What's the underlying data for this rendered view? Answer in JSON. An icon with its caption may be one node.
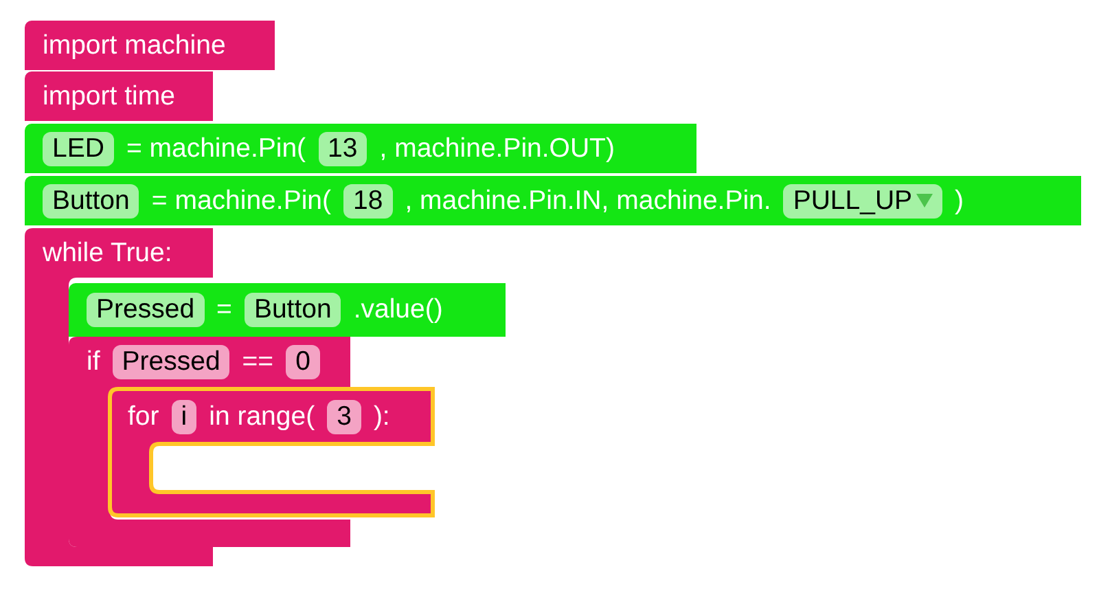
{
  "diagram": {
    "nodes": [
      {
        "text": [
          "import machine"
        ]
      },
      {
        "text": [
          "import time"
        ]
      },
      {
        "text": [
          "= machine.Pin(",
          ", machine.Pin.OUT)"
        ]
      },
      {
        "text": [
          "LED"
        ],
        "in": 2
      },
      {
        "text": [
          "13"
        ],
        "in": 2
      },
      {
        "text": [
          "= machine.Pin(",
          ", machine.Pin.IN, machine.Pin.",
          ")"
        ]
      },
      {
        "text": [
          "Button"
        ],
        "in": 5
      },
      {
        "text": [
          "18"
        ],
        "in": 5
      },
      {
        "text": [
          "PULL_UP"
        ],
        "in": 5
      },
      {
        "text": [
          "while True:"
        ]
      },
      {
        "text": [
          "=",
          ".value()"
        ]
      },
      {
        "text": [
          "Pressed"
        ],
        "in": 10
      },
      {
        "text": [
          "Button"
        ],
        "in": 10
      },
      {
        "text": [
          "if",
          "=="
        ]
      },
      {
        "text": [
          "Pressed"
        ],
        "in": 13
      },
      {
        "text": [
          "0"
        ],
        "in": 13
      },
      {
        "text": [
          "for",
          "in range(",
          "):"
        ]
      },
      {
        "text": [
          "i"
        ],
        "in": 16
      },
      {
        "text": [
          "3"
        ],
        "in": 16
      }
    ]
  }
}
